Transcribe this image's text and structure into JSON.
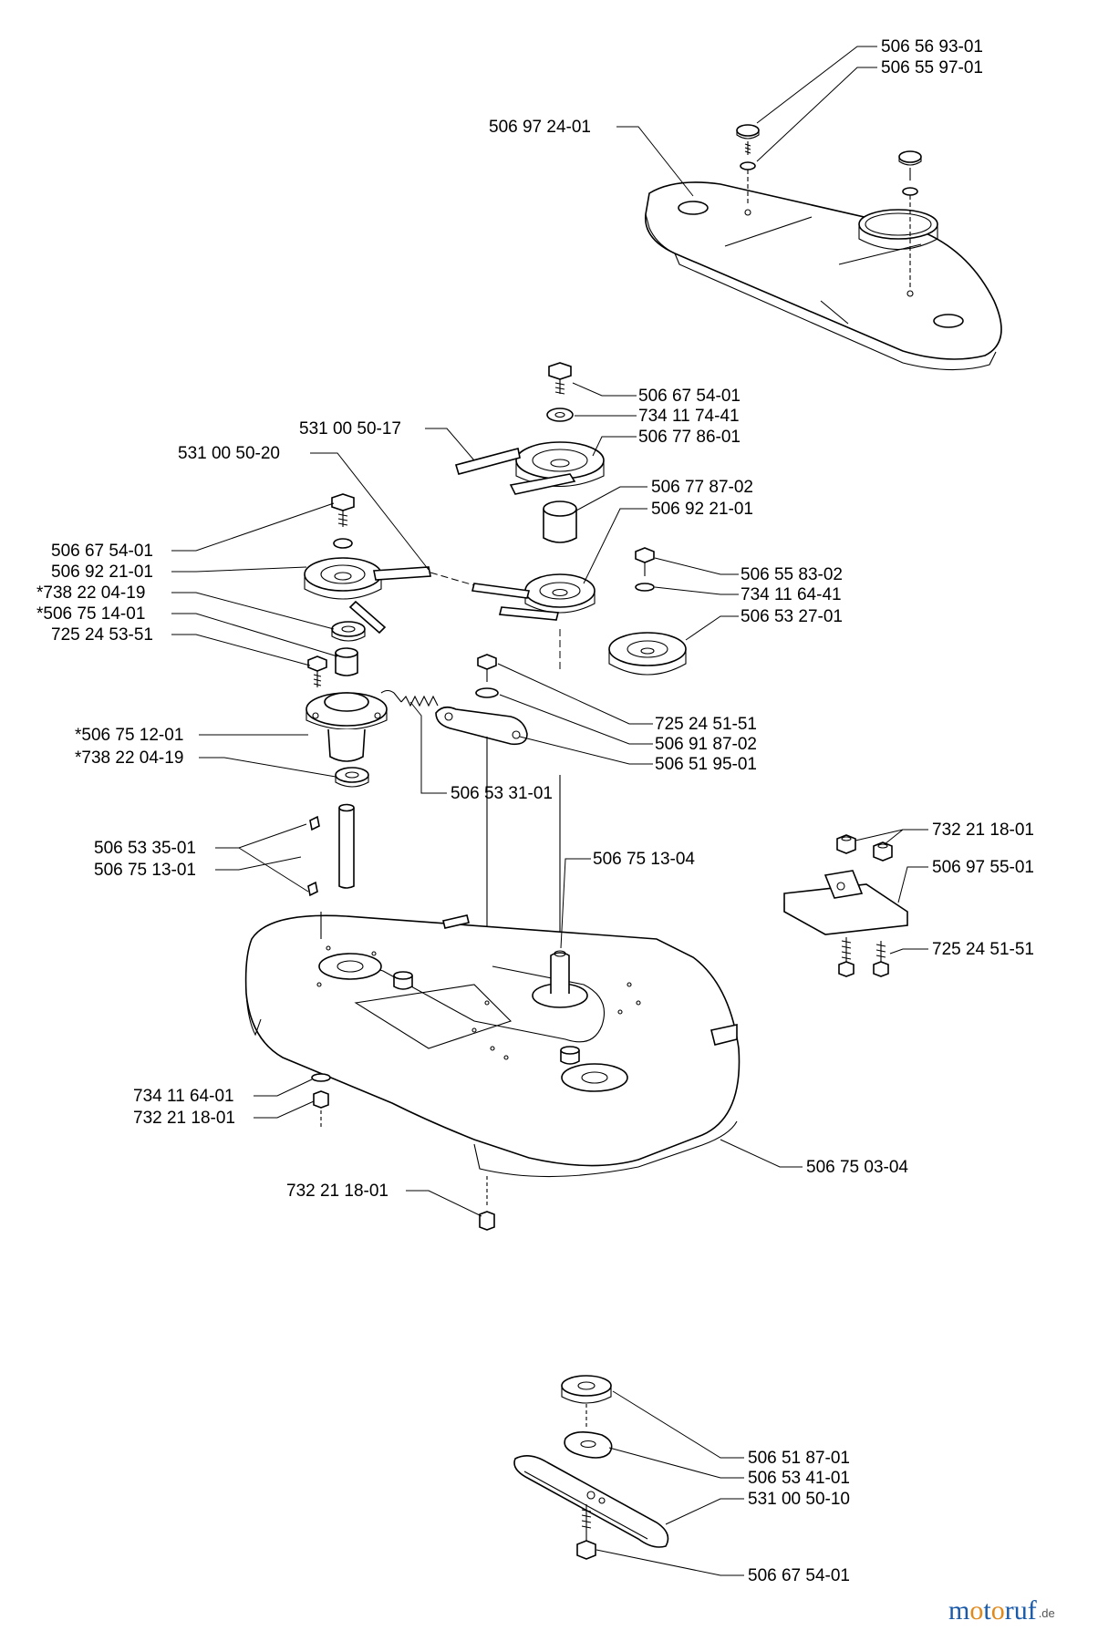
{
  "parts": {
    "p_506_56_93_01": "506 56 93-01",
    "p_506_55_97_01": "506 55 97-01",
    "p_506_97_24_01": "506 97 24-01",
    "p_506_67_54_01_top": "506 67 54-01",
    "p_734_11_74_41": "734 11 74-41",
    "p_531_00_50_17": "531 00 50-17",
    "p_506_77_86_01": "506 77 86-01",
    "p_531_00_50_20": "531 00 50-20",
    "p_506_77_87_02": "506 77 87-02",
    "p_506_92_21_01_right": "506 92 21-01",
    "p_506_67_54_01_left": "506 67 54-01",
    "p_506_92_21_01_left": "506 92 21-01",
    "p_738_22_04_19_a": "*738 22 04-19",
    "p_506_75_14_01": "*506 75 14-01",
    "p_725_24_53_51": "725 24 53-51",
    "p_506_55_83_02": "506 55 83-02",
    "p_734_11_64_41": "734 11 64-41",
    "p_506_53_27_01": "506 53 27-01",
    "p_725_24_51_51_mid": "725 24 51-51",
    "p_506_91_87_02": "506 91 87-02",
    "p_506_51_95_01": "506 51 95-01",
    "p_506_75_12_01": "*506 75 12-01",
    "p_738_22_04_19_b": "*738 22 04-19",
    "p_506_53_31_01": "506 53 31-01",
    "p_506_53_35_01": "506 53 35-01",
    "p_506_75_13_01": "506 75 13-01",
    "p_506_75_13_04": "506 75 13-04",
    "p_732_21_18_01_right": "732 21 18-01",
    "p_506_97_55_01": "506 97 55-01",
    "p_725_24_51_51_right": "725 24 51-51",
    "p_734_11_64_01": "734 11 64-01",
    "p_732_21_18_01_left": "732 21 18-01",
    "p_506_75_03_04": "506 75 03-04",
    "p_732_21_18_01_bottom": "732 21 18-01",
    "p_506_51_87_01": "506 51 87-01",
    "p_506_53_41_01": "506 53 41-01",
    "p_531_00_50_10": "531 00 50-10",
    "p_506_67_54_01_bottom": "506 67 54-01"
  },
  "watermark": {
    "brand": "motoruf",
    "suffix": ".de",
    "colors": {
      "m": "#1a5aa8",
      "o": "#e08a1e",
      "t": "#1a5aa8",
      "o2": "#e08a1e",
      "r": "#1a5aa8",
      "u": "#1a5aa8",
      "f": "#1a5aa8"
    }
  }
}
